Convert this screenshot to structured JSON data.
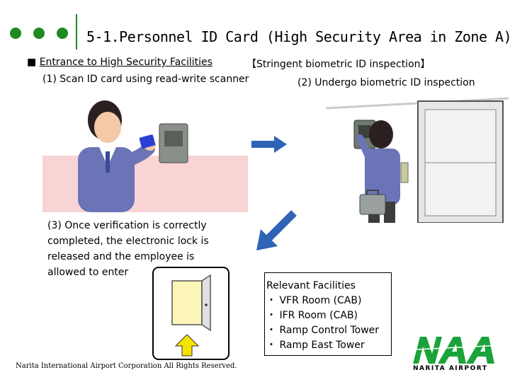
{
  "header": {
    "title": "5-1.Personnel ID Card (High Security Area in Zone A)"
  },
  "section": {
    "marker": "■",
    "heading": "Entrance to High Security Facilities",
    "inspection_label": "【Stringent biometric ID inspection】"
  },
  "steps": [
    {
      "text": "(1) Scan ID card using read-write scanner"
    },
    {
      "text": "(2) Undergo biometric ID inspection"
    },
    {
      "lines": [
        "(3) Once verification is correctly",
        "completed, the electronic lock is",
        "released and the employee is",
        "allowed to enter"
      ]
    }
  ],
  "facilities": {
    "heading": "Relevant Facilities",
    "items": [
      "・ VFR Room (CAB)",
      "・ IFR Room (CAB)",
      "・ Ramp Control Tower",
      "・ Ramp East Tower"
    ]
  },
  "footer": {
    "copyright": "Narita International Airport Corporation All Rights Reserved."
  },
  "logo": {
    "letters": "NAA",
    "subtitle": "NARITA AIRPORT"
  },
  "colors": {
    "brand_green": "#1f8a1f",
    "arrow_blue": "#2f63b6",
    "door_yellow": "#fcf6b8",
    "arrow_yellow": "#f5e300",
    "pink_wall": "#f8d4d4"
  },
  "icons": [
    "dot-icon",
    "arrow-right-icon",
    "arrow-down-left-icon",
    "arrow-up-icon",
    "door-icon"
  ]
}
